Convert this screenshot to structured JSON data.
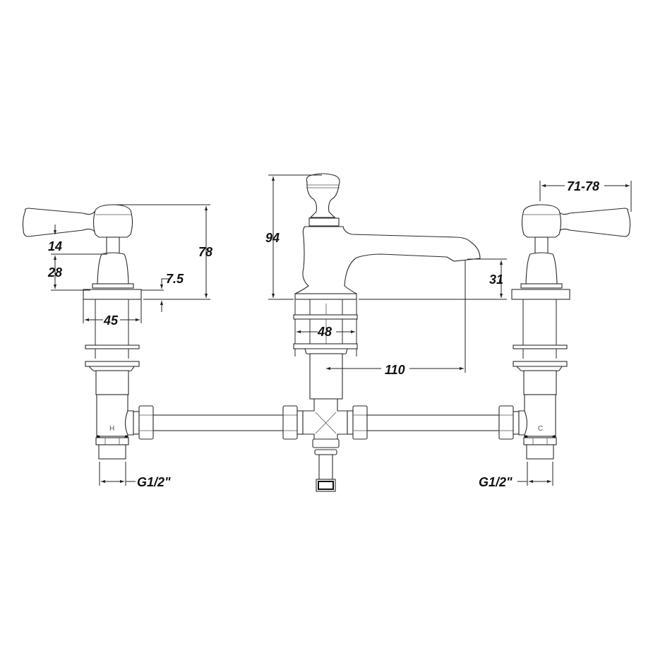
{
  "diagram": {
    "subject": "3-hole basin mixer tap dimension drawing",
    "components": {
      "left_valve": {
        "marker": "H",
        "connection": "G1/2\""
      },
      "spout": {},
      "right_valve": {
        "marker": "C",
        "connection": "G1/2\""
      }
    },
    "dimensions": {
      "lever_gap": "14",
      "valve_body_height": "28",
      "flange_thickness": "7.5",
      "valve_height": "78",
      "valve_shank_width": "45",
      "spout_height": "94",
      "spout_outlet_height": "31",
      "spout_shank_width": "48",
      "spout_reach": "110",
      "lever_length": "71-78",
      "left_thread": "G1/2\"",
      "right_thread": "G1/2\""
    },
    "units": "mm"
  }
}
